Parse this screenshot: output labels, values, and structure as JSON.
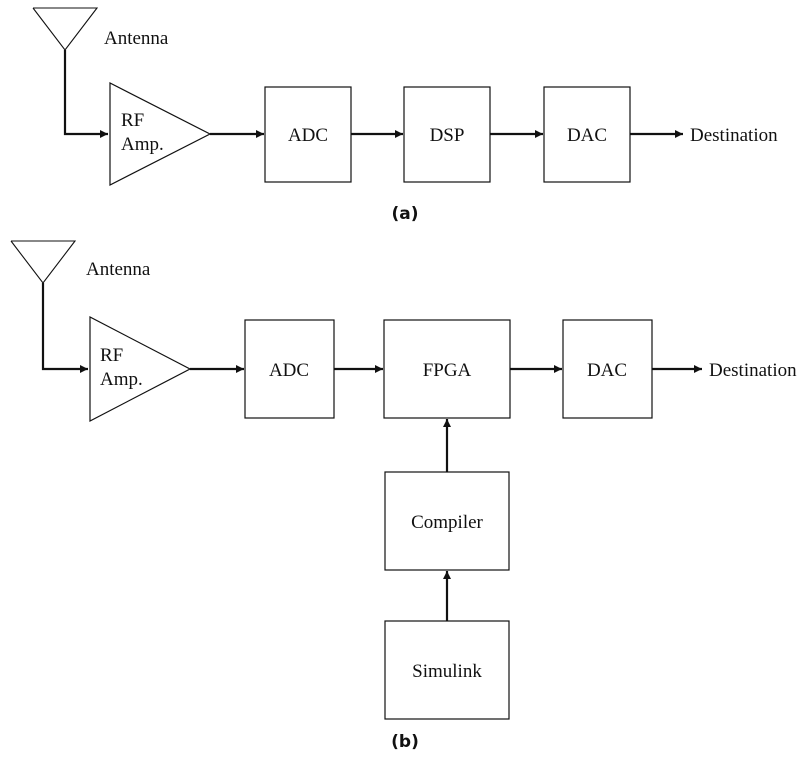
{
  "diagram_a": {
    "antenna_label": "Antenna",
    "amp_line1": "RF",
    "amp_line2": "Amp.",
    "blocks": [
      "ADC",
      "DSP",
      "DAC"
    ],
    "destination": "Destination",
    "caption": "(a)"
  },
  "diagram_b": {
    "antenna_label": "Antenna",
    "amp_line1": "RF",
    "amp_line2": "Amp.",
    "blocks": [
      "ADC",
      "FPGA",
      "DAC"
    ],
    "destination": "Destination",
    "tool_blocks": [
      "Compiler",
      "Simulink"
    ],
    "caption": "(b)"
  }
}
